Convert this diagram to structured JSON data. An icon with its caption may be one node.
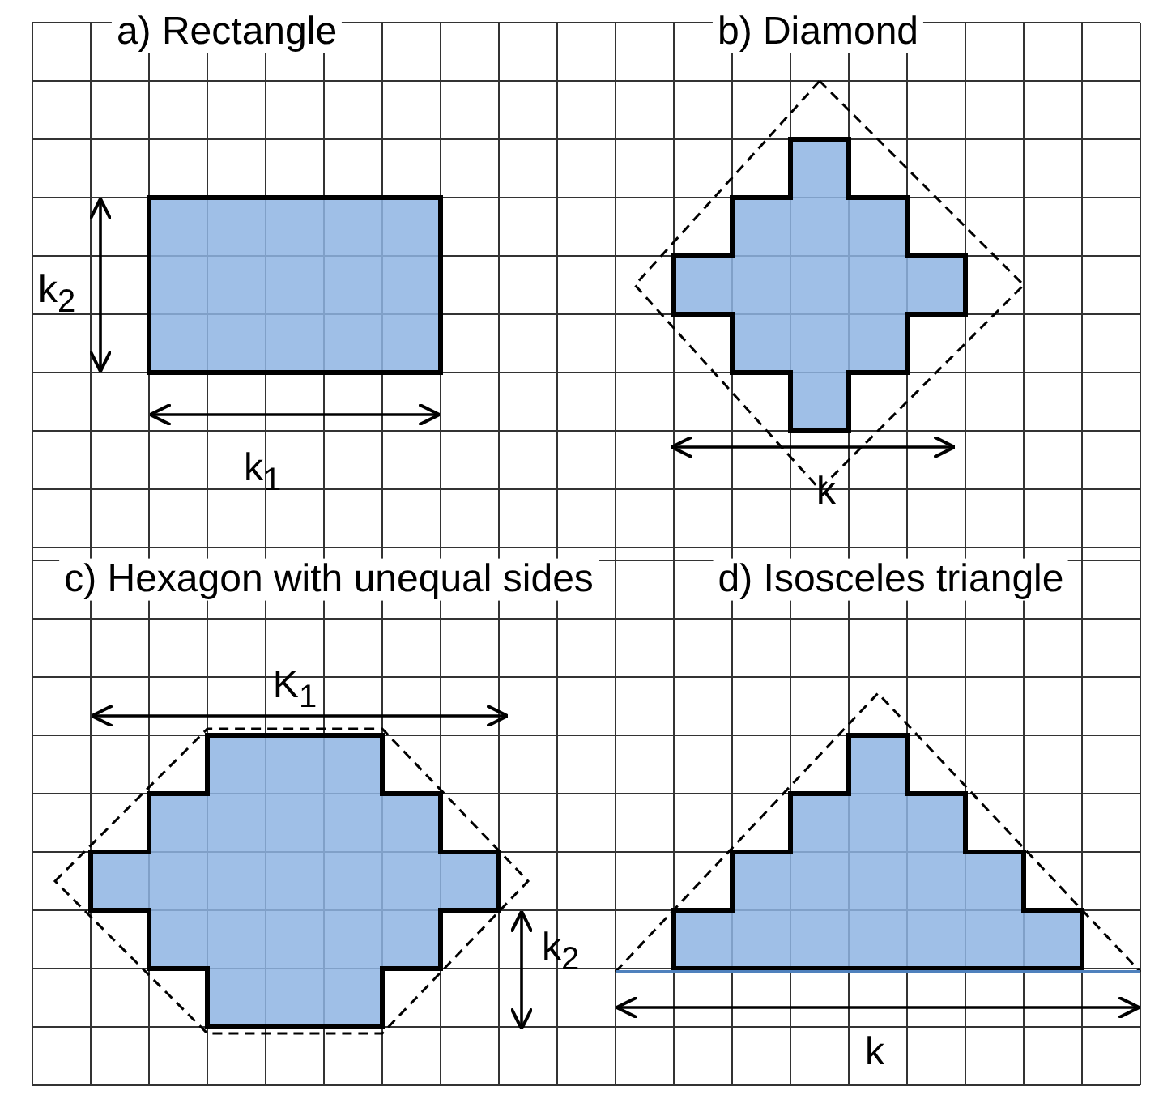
{
  "diagram": {
    "labels": [
      "a) Rectangle",
      "b) Diamond",
      "k$_{2}$",
      "k$_{1}$",
      "k",
      "c) Hexagon with unequal sides",
      "d) Isosceles triangle",
      "K$_{1}$",
      "k$_{2}$",
      "k"
    ]
  }
}
